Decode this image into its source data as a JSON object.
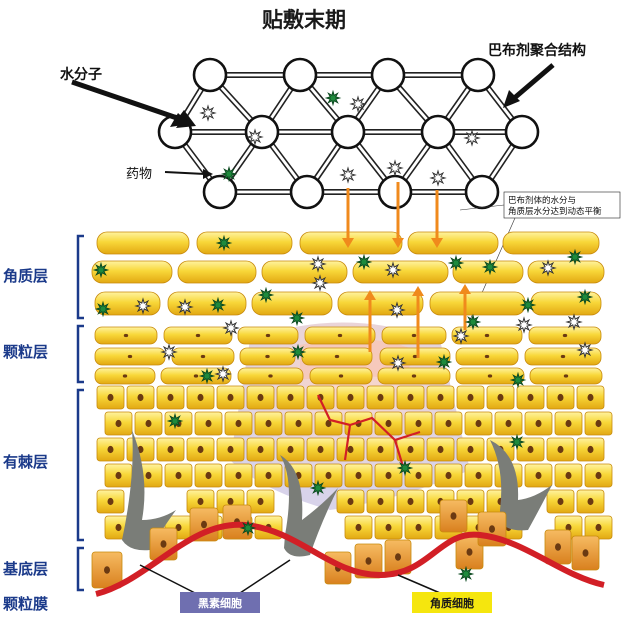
{
  "title": "贴敷末期",
  "labels": {
    "water": "水分子",
    "polymer": "巴布剂聚合结构",
    "drug": "药物",
    "note_line1": "巴布剂体的水分与",
    "note_line2": "角质层水分达到动态平衡"
  },
  "layers": {
    "stratum_corneum": "角质层",
    "stratum_granulosum": "颗粒层",
    "stratum_spinosum": "有棘层",
    "stratum_basale": "基底层",
    "basement_membrane": "颗粒膜"
  },
  "cells": {
    "melanocyte": "黑素细胞",
    "keratinocyte": "角质细胞"
  },
  "colors": {
    "cell_yellow": "#f6cf2f",
    "cell_orange": "#e89838",
    "bracket_blue": "#1b3a8a",
    "arrow_orange": "#f08a1c",
    "membrane_red": "#d21f26",
    "drug_green": "#1e8a3c",
    "melanocyte_tag": "#6f6fb0",
    "keratinocyte_tag": "#f5e60e"
  },
  "icons": {
    "water": "starburst-icon",
    "drug": "green-star-icon"
  }
}
